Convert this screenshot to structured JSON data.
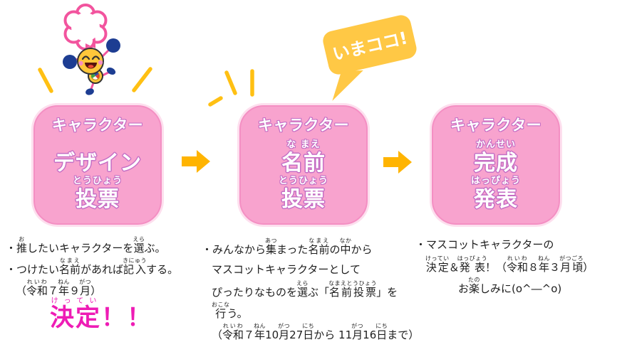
{
  "colors": {
    "box_pink": "#f8a3ce",
    "box_border": "#f48fc3",
    "text_outline": "#c46ec4",
    "accent_magenta": "#ee1cb5",
    "arrow_yellow": "#ffb401",
    "bubble_yellow": "#ffc845",
    "sparkle_yellow": "#ffc013",
    "mascot_pink": "#f2549e",
    "mascot_navy": "#1d3d92",
    "mascot_face_yellow": "#ffc73a"
  },
  "icons": {
    "mascot": "flower-head-mascot",
    "arrow": "right-arrow",
    "sparkle": "emphasis-lines",
    "bubble": "speech-bubble"
  },
  "bubble": {
    "label": "いまココ!"
  },
  "steps": [
    {
      "heading": "キャラクター",
      "line1": {
        "furigana": "",
        "text": "デザイン"
      },
      "line2": {
        "furigana": "とうひょう",
        "text": "投票"
      }
    },
    {
      "heading": "キャラクター",
      "line1": {
        "furigana": "な まえ",
        "text": "名前"
      },
      "line2": {
        "furigana": "とうひょう",
        "text": "投票"
      }
    },
    {
      "heading": "キャラクター",
      "line1": {
        "furigana": "かんせい",
        "text": "完成"
      },
      "line2": {
        "furigana": "はっぴょう",
        "text": "発表"
      }
    }
  ],
  "notes": {
    "design": {
      "lines": [
        [
          {
            "t": "・"
          },
          {
            "t": "推",
            "r": "お"
          },
          {
            "t": "したいキャラクターを"
          },
          {
            "t": "選",
            "r": "えら"
          },
          {
            "t": "ぶ。"
          }
        ],
        [
          {
            "t": "・つけたい"
          },
          {
            "t": "名前",
            "r": "なまえ"
          },
          {
            "t": "があれば"
          },
          {
            "t": "記入",
            "r": "きにゅう"
          },
          {
            "t": "する。"
          }
        ],
        [
          {
            "t": "（"
          },
          {
            "t": "令和",
            "r": "れいわ"
          },
          {
            "t": "７"
          },
          {
            "t": "年",
            "r": "ねん"
          },
          {
            "t": "９"
          },
          {
            "t": "月",
            "r": "がつ"
          },
          {
            "t": "）"
          }
        ]
      ]
    },
    "name": {
      "lines": [
        [
          {
            "t": "・みんなから"
          },
          {
            "t": "集",
            "r": "あつ"
          },
          {
            "t": "まった"
          },
          {
            "t": "名前",
            "r": "なまえ"
          },
          {
            "t": "の"
          },
          {
            "t": "中",
            "r": "なか"
          },
          {
            "t": "から"
          }
        ],
        [
          {
            "t": "マスコットキャラクターとして"
          }
        ],
        [
          {
            "t": "ぴったりなものを"
          },
          {
            "t": "選",
            "r": "えら"
          },
          {
            "t": "ぶ「"
          },
          {
            "t": "名前投票",
            "r": "なまえとうひょう"
          },
          {
            "t": "」を"
          }
        ],
        [
          {
            "t": "行",
            "r": "おこな"
          },
          {
            "t": "う。"
          }
        ],
        [
          {
            "t": "（"
          },
          {
            "t": "令和",
            "r": "れいわ"
          },
          {
            "t": "７"
          },
          {
            "t": "年",
            "r": "ねん"
          },
          {
            "t": "10"
          },
          {
            "t": "月",
            "r": "がつ"
          },
          {
            "t": "27"
          },
          {
            "t": "日",
            "r": "にち"
          },
          {
            "t": "から 11"
          },
          {
            "t": "月",
            "r": "がつ"
          },
          {
            "t": "16"
          },
          {
            "t": "日",
            "r": "にち"
          },
          {
            "t": "まで）"
          }
        ]
      ]
    },
    "reveal": {
      "lines": [
        [
          {
            "t": "・マスコットキャラクターの"
          }
        ],
        [
          {
            "t": "決定",
            "r": "けってい"
          },
          {
            "t": "＆"
          },
          {
            "t": "発表",
            "r": "はっぴょう"
          },
          {
            "t": "！（"
          },
          {
            "t": "令和",
            "r": "れいわ"
          },
          {
            "t": "８"
          },
          {
            "t": "年",
            "r": "ねん"
          },
          {
            "t": "３"
          },
          {
            "t": "月頃",
            "r": "がつごろ"
          },
          {
            "t": "）"
          }
        ],
        [
          {
            "t": "お"
          },
          {
            "t": "楽",
            "r": "たの"
          },
          {
            "t": "しみに(o^―^o)"
          }
        ]
      ]
    }
  },
  "decision": {
    "line": [
      {
        "t": "決定",
        "r": "けってい"
      },
      {
        "t": "！！"
      }
    ]
  }
}
